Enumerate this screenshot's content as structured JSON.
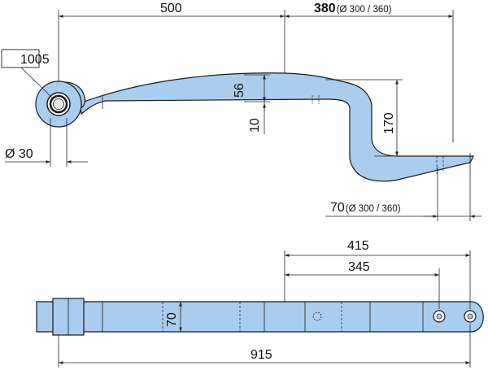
{
  "part_number": "1005",
  "dimensions": {
    "length_500": "500",
    "length_380": "380",
    "length_380_note": "(Ø 300 / 360)",
    "eye_dia": "Ø 30",
    "height_56": "56",
    "height_10": "10",
    "height_170": "170",
    "width_70_top": "70",
    "width_70_top_note": "(Ø 300 / 360)",
    "length_415": "415",
    "length_345": "345",
    "width_70_bottom": "70",
    "length_915": "915"
  },
  "colors": {
    "part_fill": "#a9cdee",
    "outline": "#1a1a1a"
  }
}
